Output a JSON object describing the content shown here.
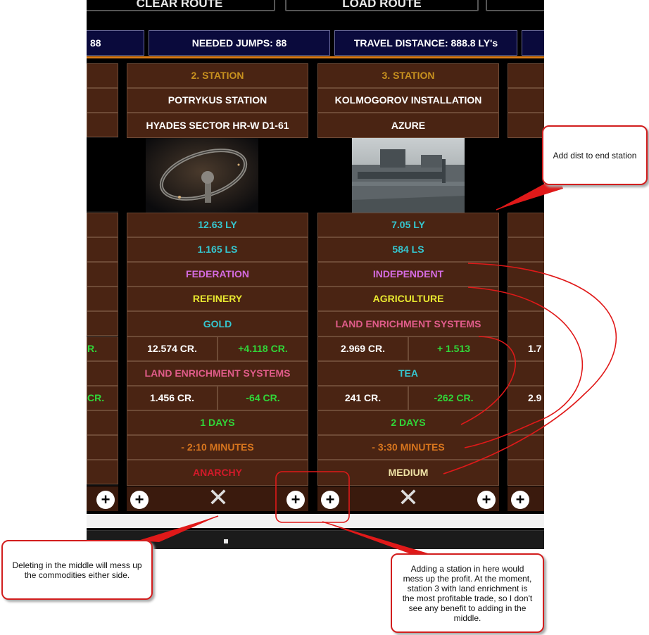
{
  "toolbar": {
    "clear_route_label": "CLEAR ROUTE",
    "load_route_label": "LOAD ROUTE"
  },
  "info_bar": {
    "left_partial": "88",
    "needed_jumps": "NEEDED JUMPS: 88",
    "travel_distance": "TRAVEL DISTANCE: 888.8 LY's"
  },
  "stations": [
    {
      "header": "2. STATION",
      "name": "POTRYKUS STATION",
      "system": "HYADES SECTOR HR-W D1-61",
      "image_icon": "orbital-station-image",
      "distance_ly": "12.63 LY",
      "distance_ls": "1.165 LS",
      "allegiance": "FEDERATION",
      "economy": "REFINERY",
      "commodity_1": "GOLD",
      "price_1": "12.574 CR.",
      "profit_1": "+4.118 CR.",
      "commodity_2": "LAND ENRICHMENT SYSTEMS",
      "price_2": "1.456 CR.",
      "profit_2": "-64 CR.",
      "days": "1 DAYS",
      "minutes": "- 2:10 MINUTES",
      "security": "ANARCHY"
    },
    {
      "header": "3. STATION",
      "name": "KOLMOGOROV INSTALLATION",
      "system": "AZURE",
      "image_icon": "surface-installation-image",
      "distance_ly": "7.05 LY",
      "distance_ls": "584 LS",
      "allegiance": "INDEPENDENT",
      "economy": "AGRICULTURE",
      "commodity_1": "LAND ENRICHMENT SYSTEMS",
      "price_1": "2.969 CR.",
      "profit_1": "+ 1.513",
      "commodity_2": "TEA",
      "price_2": "241 CR.",
      "profit_2": "-262 CR.",
      "days": "2 DAYS",
      "minutes": "- 3:30 MINUTES",
      "security": "MEDIUM"
    }
  ],
  "left_partial": {
    "profit_1": "R.",
    "profit_2": "CR."
  },
  "right_partial": {
    "price_1": "1.7",
    "price_2": "2.9"
  },
  "controls": {
    "add_icon": "+",
    "delete_icon": "✕"
  },
  "colors": {
    "header": "#c8911f",
    "white": "#ffffff",
    "cyan": "#35c6cf",
    "pink": "#d46be0",
    "yellow": "#e8e830",
    "rose": "#e05c8a",
    "green": "#31d638",
    "orange": "#d9761e",
    "red": "#d21a2a",
    "beige": "#f0e3a6",
    "callout_border": "#d21e1e"
  },
  "callouts": {
    "dist": "Add dist to end station",
    "delete": "Deleting in the middle will mess up the commodities either side.",
    "add": "Adding a station in here would mess up the profit. At the moment, station 3 with land enrichment is the most profitable trade, so I don't see any benefit to adding in the middle."
  }
}
